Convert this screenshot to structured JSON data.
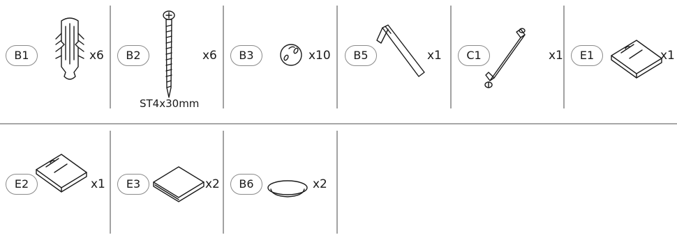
{
  "parts_row1": [
    {
      "id": "B1",
      "qty": "x6",
      "icon": "wall-anchor-icon"
    },
    {
      "id": "B2",
      "qty": "x6",
      "icon": "screw-icon",
      "spec": "ST4x30mm"
    },
    {
      "id": "B3",
      "qty": "x10",
      "icon": "cap-icon"
    },
    {
      "id": "B5",
      "qty": "x1",
      "icon": "hex-key-icon"
    },
    {
      "id": "C1",
      "qty": "x1",
      "icon": "handle-icon"
    },
    {
      "id": "E1",
      "qty": "x1",
      "icon": "bracket-icon"
    }
  ],
  "parts_row2": [
    {
      "id": "E2",
      "qty": "x1",
      "icon": "bracket-icon"
    },
    {
      "id": "E3",
      "qty": "x2",
      "icon": "pad-icon"
    },
    {
      "id": "B6",
      "qty": "x2",
      "icon": "oval-pad-icon"
    }
  ],
  "colors": {
    "line": "#8a8a8a",
    "ink": "#1a1a1a"
  }
}
